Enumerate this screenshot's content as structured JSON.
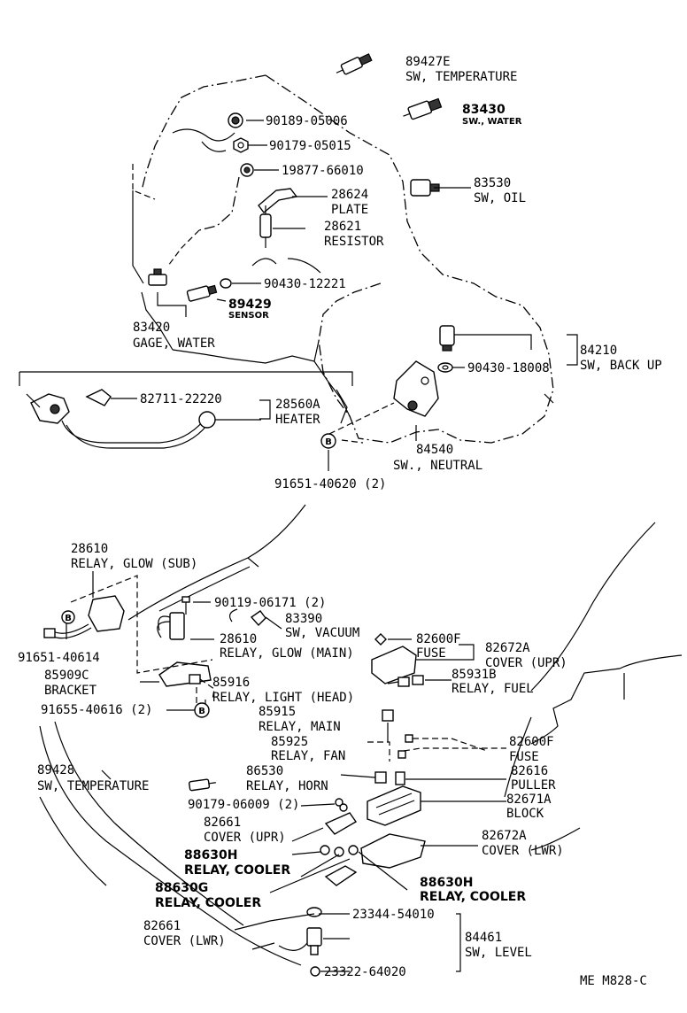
{
  "diagram_code": "ME M828-C",
  "parts": [
    {
      "id": "p1",
      "number": "89427E",
      "name": "SW, TEMPERATURE",
      "name_style": "normal"
    },
    {
      "id": "p2",
      "number": "83430",
      "name": "SW., WATER",
      "name_style": "small"
    },
    {
      "id": "p3",
      "number": "90189-05006",
      "name": ""
    },
    {
      "id": "p4",
      "number": "90179-05015",
      "name": ""
    },
    {
      "id": "p5",
      "number": "19877-66010",
      "name": ""
    },
    {
      "id": "p6",
      "number": "83530",
      "name": "SW, OIL"
    },
    {
      "id": "p7",
      "number": "28624",
      "name": "PLATE"
    },
    {
      "id": "p8",
      "number": "28621",
      "name": "RESISTOR"
    },
    {
      "id": "p9",
      "number": "90430-12221",
      "name": ""
    },
    {
      "id": "p10",
      "number": "89429",
      "name": "SENSOR",
      "name_style": "small"
    },
    {
      "id": "p11",
      "number": "83420",
      "name": "GAGE, WATER"
    },
    {
      "id": "p12",
      "number": "84210",
      "name": "SW, BACK UP"
    },
    {
      "id": "p13",
      "number": "90430-18008",
      "name": ""
    },
    {
      "id": "p14",
      "number": "82711-22220",
      "name": ""
    },
    {
      "id": "p15",
      "number": "28560A",
      "name": "HEATER"
    },
    {
      "id": "p16",
      "number": "84540",
      "name": "SW., NEUTRAL"
    },
    {
      "id": "p17",
      "number": "91651-40620 (2)",
      "name": ""
    },
    {
      "id": "p18",
      "number": "28610",
      "name": "RELAY, GLOW (SUB)"
    },
    {
      "id": "p19",
      "number": "90119-06171 (2)",
      "name": ""
    },
    {
      "id": "p20",
      "number": "83390",
      "name": "SW, VACUUM"
    },
    {
      "id": "p21",
      "number": "28610",
      "name": "RELAY, GLOW (MAIN)"
    },
    {
      "id": "p22",
      "number": "91651-40614",
      "name": ""
    },
    {
      "id": "p23",
      "number": "82600F",
      "name": "FUSE"
    },
    {
      "id": "p24",
      "number": "82672A",
      "name": "COVER (UPR)"
    },
    {
      "id": "p25",
      "number": "85909C",
      "name": "BRACKET"
    },
    {
      "id": "p26",
      "number": "85916",
      "name": "RELAY, LIGHT (HEAD)"
    },
    {
      "id": "p27",
      "number": "85931B",
      "name": "RELAY, FUEL"
    },
    {
      "id": "p28",
      "number": "91655-40616 (2)",
      "name": ""
    },
    {
      "id": "p29",
      "number": "85915",
      "name": "RELAY, MAIN"
    },
    {
      "id": "p30",
      "number": "85925",
      "name": "RELAY, FAN"
    },
    {
      "id": "p31",
      "number": "82600F",
      "name": "FUSE"
    },
    {
      "id": "p32",
      "number": "89428",
      "name": "SW, TEMPERATURE"
    },
    {
      "id": "p33",
      "number": "86530",
      "name": "RELAY, HORN"
    },
    {
      "id": "p34",
      "number": "82616",
      "name": "PULLER"
    },
    {
      "id": "p35",
      "number": "90179-06009 (2)",
      "name": ""
    },
    {
      "id": "p36",
      "number": "82671A",
      "name": "BLOCK"
    },
    {
      "id": "p37",
      "number": "82661",
      "name": "COVER (UPR)"
    },
    {
      "id": "p38",
      "number": "82672A",
      "name": "COVER (LWR)"
    },
    {
      "id": "p39",
      "number": "88630H",
      "name": "RELAY, COOLER"
    },
    {
      "id": "p40",
      "number": "88630G",
      "name": "RELAY, COOLER"
    },
    {
      "id": "p41",
      "number": "88630H",
      "name": "RELAY, COOLER"
    },
    {
      "id": "p42",
      "number": "23344-54010",
      "name": ""
    },
    {
      "id": "p43",
      "number": "82661",
      "name": "COVER (LWR)"
    },
    {
      "id": "p44",
      "number": "84461",
      "name": "SW, LEVEL"
    },
    {
      "id": "p45",
      "number": "23322-64020",
      "name": ""
    }
  ],
  "markers": [
    {
      "id": "m1",
      "letter": "B"
    },
    {
      "id": "m2",
      "letter": "B"
    },
    {
      "id": "m3",
      "letter": "B"
    }
  ]
}
